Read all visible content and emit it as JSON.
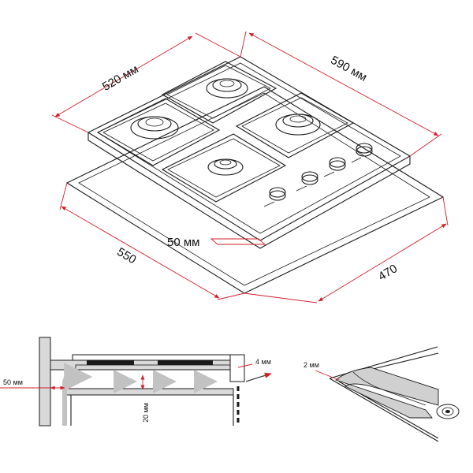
{
  "top_view": {
    "dim_depth": "520 мм",
    "dim_width": "590 мм",
    "cutout_depth": "550",
    "cutout_width": "470",
    "edge_gap": "50 мм"
  },
  "side_view": {
    "wall_gap": "50 мм",
    "air_gap": "20 мм",
    "front_gap": "4 мм"
  },
  "corner_detail": {
    "seal_thickness": "2 мм"
  },
  "colors": {
    "dimension": "#d01f2a",
    "outline": "#1a1a1a",
    "airflow": "#bdbdbd"
  }
}
